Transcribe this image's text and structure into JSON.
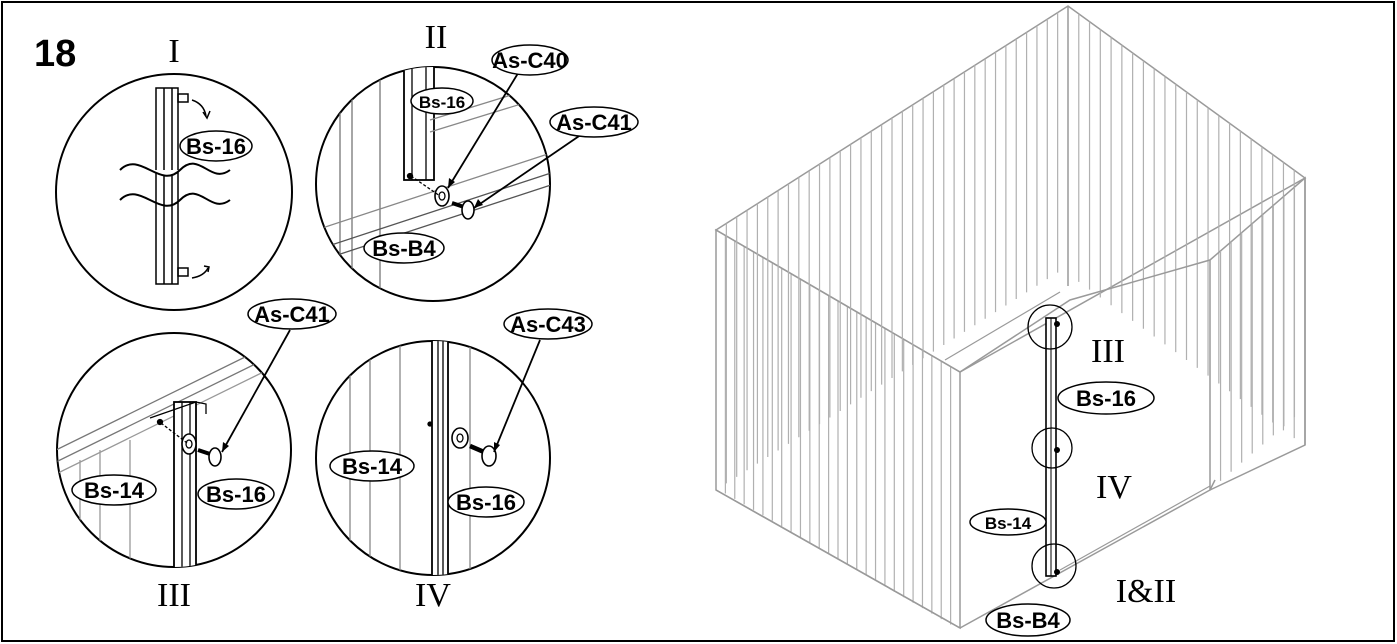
{
  "step_number": "18",
  "details": {
    "I": {
      "caption": "I",
      "part": "Bs-16"
    },
    "II": {
      "caption": "II",
      "parts": [
        "Bs-16",
        "As-C40",
        "As-C41",
        "Bs-B4"
      ]
    },
    "III": {
      "caption": "III",
      "parts": [
        "As-C41",
        "Bs-14",
        "Bs-16"
      ]
    },
    "IV": {
      "caption": "IV",
      "parts": [
        "As-C43",
        "Bs-14",
        "Bs-16"
      ]
    }
  },
  "main_view": {
    "callouts": [
      "III",
      "IV",
      "I&II"
    ],
    "parts": [
      "Bs-16",
      "Bs-14",
      "Bs-B4"
    ]
  },
  "colors": {
    "line": "#000000",
    "panel_line": "#9a9a9a",
    "background": "#ffffff"
  }
}
